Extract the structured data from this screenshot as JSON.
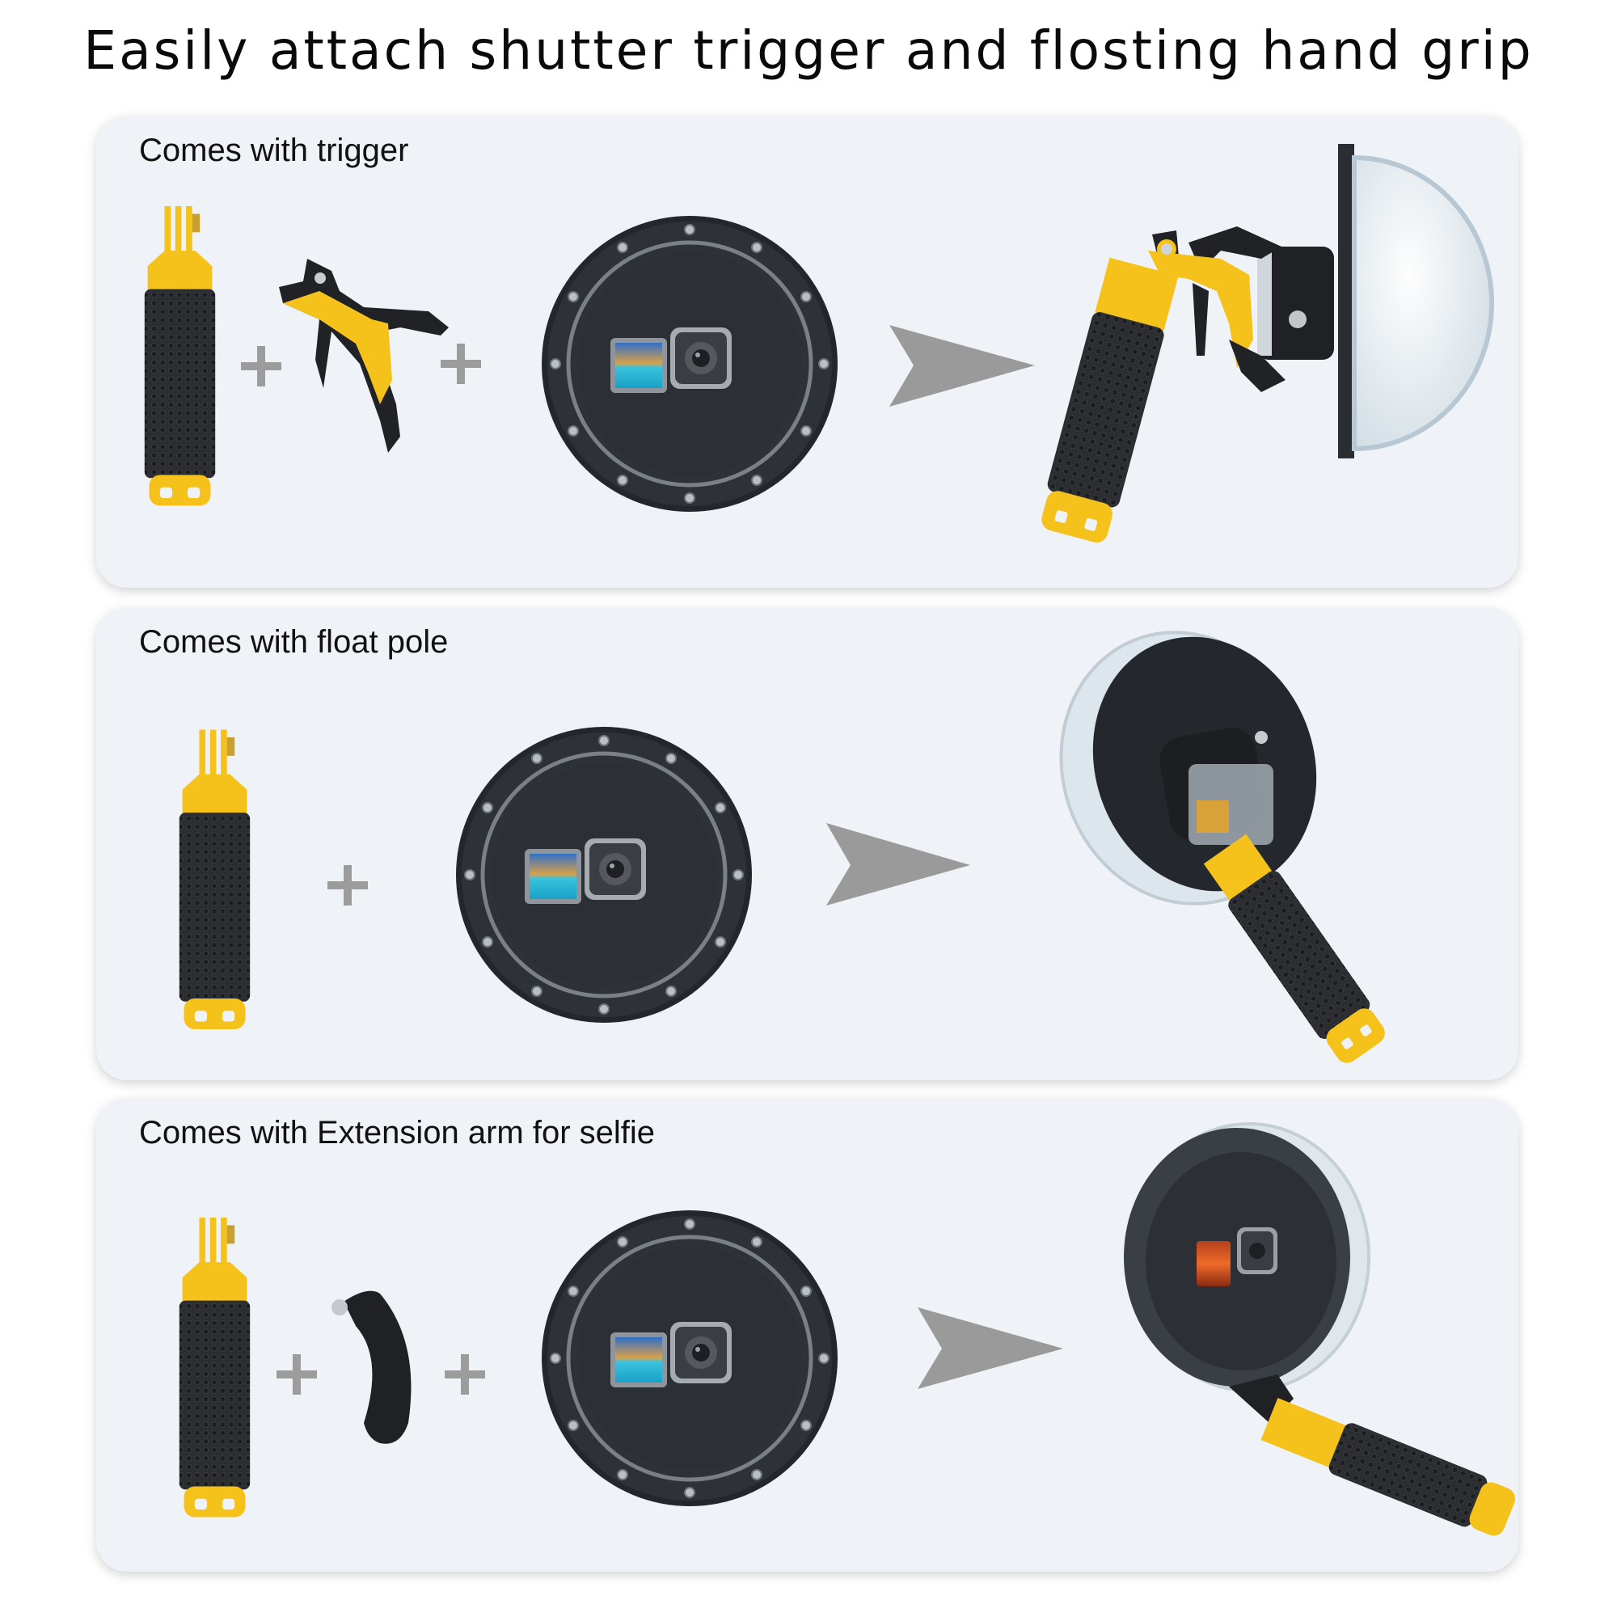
{
  "title": "Easily attach shutter trigger and flosting hand grip",
  "colors": {
    "panel_bg": "#eff2f6",
    "accent_yellow": "#f5c21b",
    "grip_black": "#2b2d31",
    "dome_body": "#2e3238",
    "arrow_gray": "#9a9a9a",
    "plus_gray": "#9c9c9c"
  },
  "panels": [
    {
      "label": "Comes with trigger",
      "components": [
        "floating-hand-grip",
        "plus",
        "shutter-trigger",
        "plus",
        "dome-port"
      ],
      "result": "dome-with-trigger-and-grip"
    },
    {
      "label": "Comes with float pole",
      "components": [
        "floating-hand-grip",
        "plus",
        "dome-port"
      ],
      "result": "dome-with-float-pole"
    },
    {
      "label": "Comes with Extension arm for selfie",
      "components": [
        "floating-hand-grip",
        "plus",
        "extension-arm",
        "plus",
        "dome-port"
      ],
      "result": "dome-with-extension-arm-selfie"
    }
  ]
}
